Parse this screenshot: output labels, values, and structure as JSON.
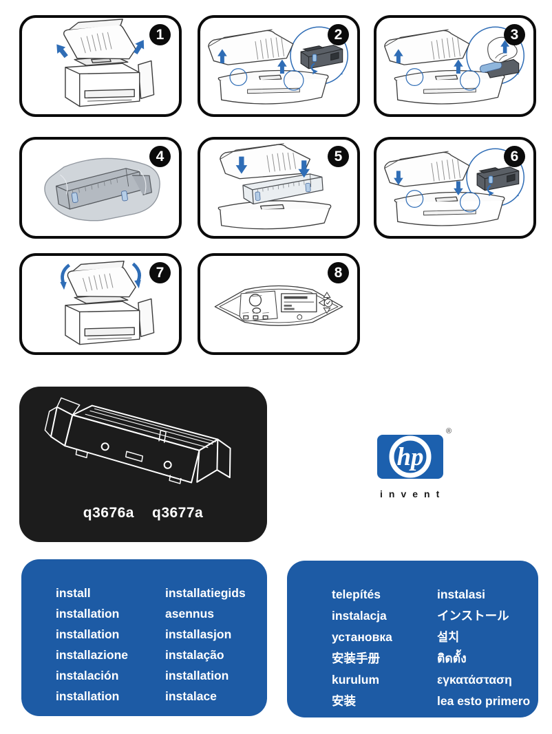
{
  "colors": {
    "panel_border": "#0b0b0b",
    "badge_bg": "#0b0b0b",
    "badge_fg": "#ffffff",
    "arrow_blue": "#2f6db6",
    "callout_blue": "#2f6db6",
    "language_box_blue": "#1d5ba5",
    "hp_logo_blue": "#1c60ae",
    "product_box_black": "#1c1c1c"
  },
  "icons": {
    "up_arrow": "↑",
    "down_arrow": "↓",
    "close_lid_arrow": "⤵"
  },
  "steps": [
    {
      "number": "1"
    },
    {
      "number": "2"
    },
    {
      "number": "3"
    },
    {
      "number": "4"
    },
    {
      "number": "5"
    },
    {
      "number": "6"
    },
    {
      "number": "7"
    },
    {
      "number": "8"
    }
  ],
  "product": {
    "part_numbers": [
      "q3676a",
      "q3677a"
    ]
  },
  "brand": {
    "logo_text": "hp",
    "registered_mark": "®",
    "tagline": "invent"
  },
  "language_boxes": [
    {
      "col1": [
        "install",
        "installation",
        "installation",
        "installazione",
        "instalación",
        "installation"
      ],
      "col2": [
        "installatiegids",
        "asennus",
        "installasjon",
        "instalação",
        "installation",
        "instalace"
      ]
    },
    {
      "col1": [
        "telepítés",
        "instalacja",
        "установка",
        "安装手册",
        "kurulum",
        "安装"
      ],
      "col2": [
        "instalasi",
        "インストール",
        "설치",
        "ติดตั้ง",
        "εγκατάσταση",
        "lea esto primero"
      ]
    }
  ]
}
